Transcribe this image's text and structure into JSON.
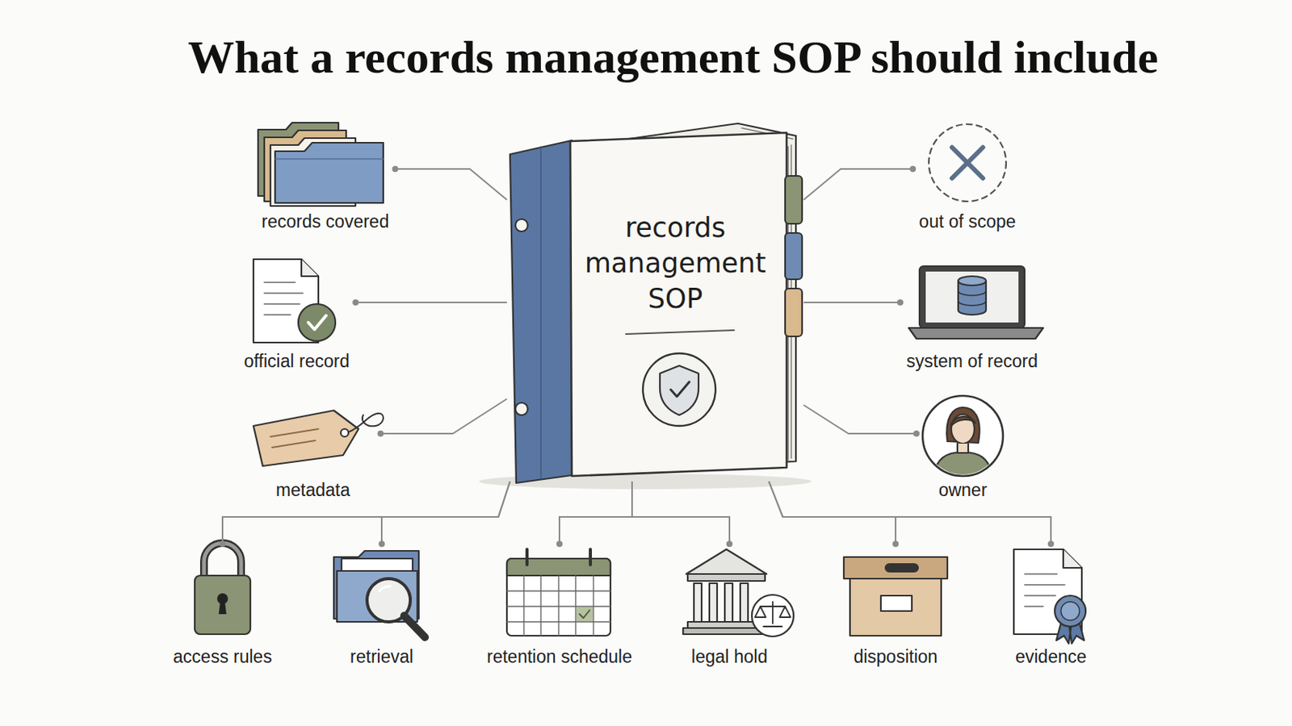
{
  "diagram": {
    "title": "What a records management SOP should include",
    "nodes": [
      {
        "text": [
          "records management SOP"
        ]
      },
      {
        "text": [
          "records covered"
        ]
      },
      {
        "text": [
          "out of scope"
        ]
      },
      {
        "text": [
          "official record"
        ]
      },
      {
        "text": [
          "system of record"
        ]
      },
      {
        "text": [
          "metadata"
        ]
      },
      {
        "text": [
          "owner"
        ]
      },
      {
        "text": [
          "access rules"
        ]
      },
      {
        "text": [
          "retrieval"
        ]
      },
      {
        "text": [
          "retention schedule"
        ]
      },
      {
        "text": [
          "legal hold"
        ]
      },
      {
        "text": [
          "disposition"
        ]
      },
      {
        "text": [
          "evidence"
        ]
      }
    ],
    "edges": [
      {
        "from": 0,
        "to": 1,
        "arrow": "none"
      },
      {
        "from": 0,
        "to": 2,
        "arrow": "none"
      },
      {
        "from": 0,
        "to": 3,
        "arrow": "none"
      },
      {
        "from": 0,
        "to": 4,
        "arrow": "none"
      },
      {
        "from": 0,
        "to": 5,
        "arrow": "none"
      },
      {
        "from": 0,
        "to": 6,
        "arrow": "none"
      },
      {
        "from": 0,
        "to": 7,
        "arrow": "none"
      },
      {
        "from": 0,
        "to": 8,
        "arrow": "none"
      },
      {
        "from": 0,
        "to": 9,
        "arrow": "none"
      },
      {
        "from": 0,
        "to": 10,
        "arrow": "none"
      },
      {
        "from": 0,
        "to": 11,
        "arrow": "none"
      },
      {
        "from": 0,
        "to": 12,
        "arrow": "none"
      }
    ]
  }
}
